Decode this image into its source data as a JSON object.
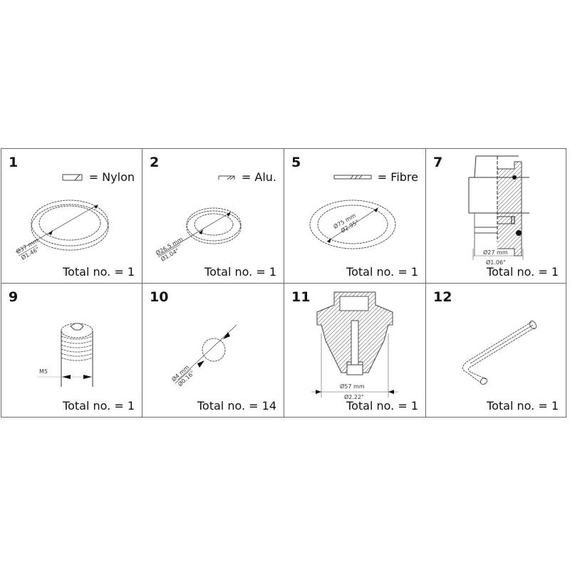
{
  "parts": [
    {
      "number": "1",
      "material_label": "= Nylon",
      "dimension_mm": "Ø37 mm",
      "dimension_in": "Ø1.46\"",
      "total": "Total no. = 1",
      "icon": "nylon-gasket-ring"
    },
    {
      "number": "2",
      "material_label": "= Alu.",
      "dimension_mm": "Ø26.5 mm",
      "dimension_in": "Ø1.04\"",
      "total": "Total no. = 1",
      "icon": "aluminum-gasket-ring"
    },
    {
      "number": "5",
      "material_label": "= Fibre",
      "dimension_mm": "Ø75 mm",
      "dimension_in": "Ø2.95\"",
      "total": "Total no. = 1",
      "icon": "fibre-gasket-ring"
    },
    {
      "number": "7",
      "material_label": "",
      "dimension_mm": "Ø27 mm",
      "dimension_in": "Ø1.06\"",
      "total": "Total no. = 1",
      "icon": "valve-insert-cross-section"
    },
    {
      "number": "9",
      "material_label": "",
      "dimension_mm": "M5",
      "dimension_in": "",
      "total": "Total no. = 1",
      "icon": "set-screw"
    },
    {
      "number": "10",
      "material_label": "",
      "dimension_mm": "Ø4 mm",
      "dimension_in": "Ø0.16\"",
      "total": "Total no. = 14",
      "icon": "steel-ball"
    },
    {
      "number": "11",
      "material_label": "",
      "dimension_mm": "Ø57 mm",
      "dimension_in": "Ø2.22\"",
      "total": "Total no. = 1",
      "icon": "cone-cross-section"
    },
    {
      "number": "12",
      "material_label": "",
      "dimension_mm": "",
      "dimension_in": "",
      "total": "Total no. = 1",
      "icon": "hex-key"
    }
  ]
}
